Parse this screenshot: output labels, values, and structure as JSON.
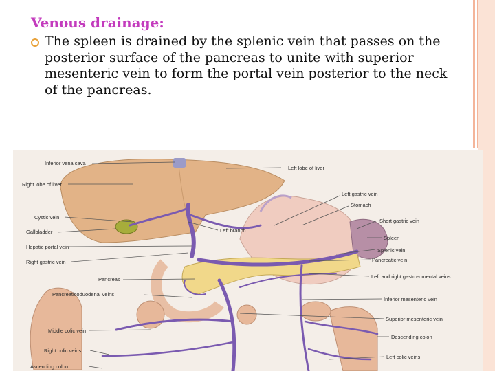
{
  "slide": {
    "heading": "Venous drainage:",
    "bullet_text": "The spleen is drained by the splenic vein that passes on the posterior surface of the pancreas to unite with superior mesenteric vein to form the portal vein posterior to the neck of the pancreas."
  },
  "figure": {
    "labels": {
      "inferior_vena_cava": "Inferior vena cava",
      "right_lobe_of_liver": "Right lobe of liver",
      "cystic_vein": "Cystic vein",
      "gallbladder": "Gallbladder",
      "hepatic_portal_vein": "Hepatic portal vein",
      "right_gastric_vein": "Right gastric vein",
      "pancreas": "Pancreas",
      "pancreaticoduodenal_veins": "Pancreaticoduodenal veins",
      "middle_colic_vein": "Middle colic vein",
      "right_colic_veins": "Right colic veins",
      "ascending_colon": "Ascending colon",
      "left_lobe_of_liver": "Left lobe of liver",
      "left_branch": "Left branch",
      "left_gastric_vein": "Left gastric vein",
      "stomach": "Stomach",
      "short_gastric_vein": "Short gastric vein",
      "spleen": "Spleen",
      "splenic_vein": "Splenic vein",
      "pancreatic_vein": "Pancreatic vein",
      "gastro_omental_veins": "Left and right gastro-omental veins",
      "inferior_mesenteric_vein": "Inferior mesenteric vein",
      "superior_mesenteric_vein": "Superior mesenteric vein",
      "descending_colon": "Descending colon",
      "left_colic_veins": "Left colic veins"
    }
  },
  "colors": {
    "heading": "#c33bbd",
    "bullet": "#e8a23a",
    "liver": "#e2b387",
    "vein": "#7a5ab0",
    "pancreas": "#f1d88a",
    "colon": "#e7b89a",
    "stomach": "#f0ccc0"
  }
}
